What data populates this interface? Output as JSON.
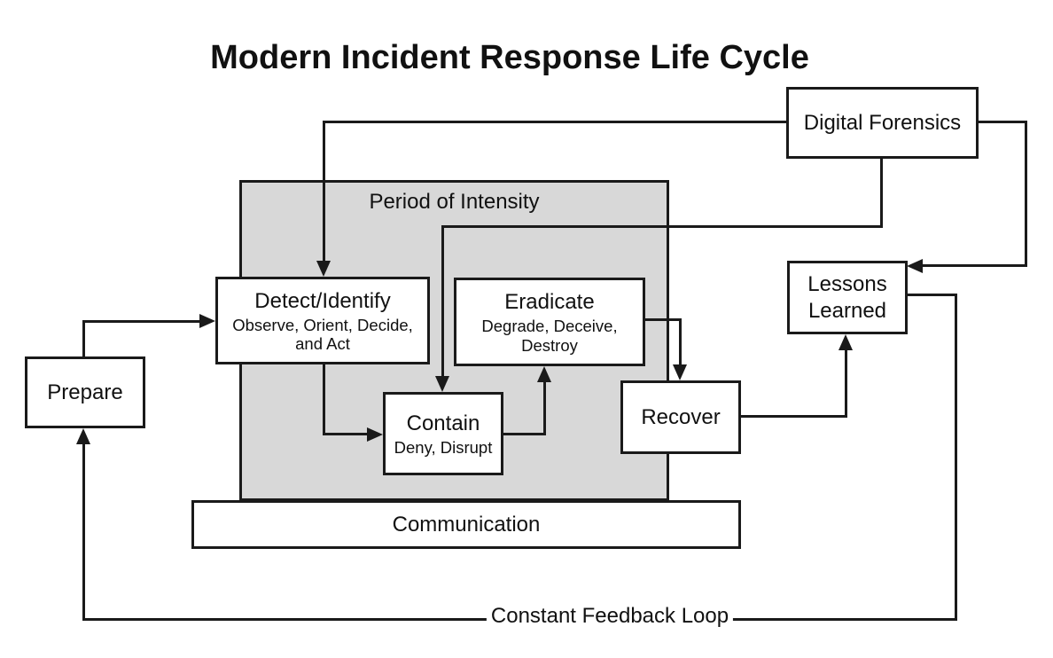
{
  "diagram": {
    "title": "Modern Incident Response Life Cycle",
    "region": {
      "label": "Period of Intensity"
    },
    "nodes": {
      "prepare": {
        "label": "Prepare"
      },
      "detect": {
        "label": "Detect/Identify",
        "sublabel": "Observe, Orient, Decide, and Act"
      },
      "contain": {
        "label": "Contain",
        "sublabel": "Deny, Disrupt"
      },
      "eradicate": {
        "label": "Eradicate",
        "sublabel": "Degrade, Deceive, Destroy"
      },
      "recover": {
        "label": "Recover"
      },
      "lessons_learned": {
        "label": "Lessons Learned"
      },
      "digital_forensics": {
        "label": "Digital Forensics"
      },
      "communication": {
        "label": "Communication"
      }
    },
    "annotations": {
      "feedback_loop": "Constant Feedback Loop"
    },
    "colors": {
      "background": "#ffffff",
      "region_fill": "#d8d8d8",
      "line": "#1a1a1a"
    },
    "edges": [
      "prepare -> detect",
      "digital_forensics -> detect",
      "digital_forensics -> contain",
      "detect -> contain",
      "contain -> eradicate",
      "eradicate -> recover",
      "recover -> lessons_learned",
      "digital_forensics -> lessons_learned",
      "lessons_learned -> prepare (constant feedback loop)"
    ]
  }
}
